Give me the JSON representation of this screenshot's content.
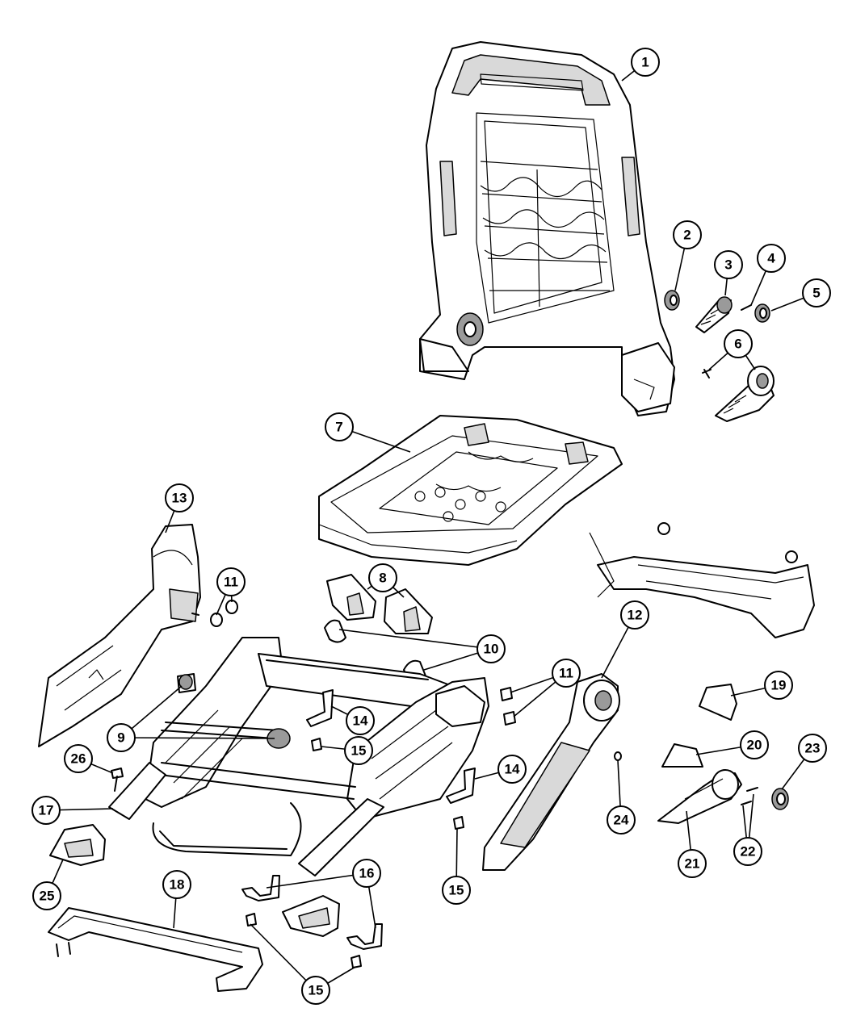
{
  "figure": {
    "callouts": [
      {
        "id": "c1",
        "label": "1"
      },
      {
        "id": "c2",
        "label": "2"
      },
      {
        "id": "c3",
        "label": "3"
      },
      {
        "id": "c4",
        "label": "4"
      },
      {
        "id": "c5",
        "label": "5"
      },
      {
        "id": "c6",
        "label": "6"
      },
      {
        "id": "c7",
        "label": "7"
      },
      {
        "id": "c8",
        "label": "8"
      },
      {
        "id": "c9",
        "label": "9"
      },
      {
        "id": "c10",
        "label": "10"
      },
      {
        "id": "c11a",
        "label": "11"
      },
      {
        "id": "c11b",
        "label": "11"
      },
      {
        "id": "c12",
        "label": "12"
      },
      {
        "id": "c13",
        "label": "13"
      },
      {
        "id": "c14a",
        "label": "14"
      },
      {
        "id": "c14b",
        "label": "14"
      },
      {
        "id": "c15a",
        "label": "15"
      },
      {
        "id": "c15b",
        "label": "15"
      },
      {
        "id": "c15c",
        "label": "15"
      },
      {
        "id": "c16",
        "label": "16"
      },
      {
        "id": "c17",
        "label": "17"
      },
      {
        "id": "c18",
        "label": "18"
      },
      {
        "id": "c19",
        "label": "19"
      },
      {
        "id": "c20",
        "label": "20"
      },
      {
        "id": "c21",
        "label": "21"
      },
      {
        "id": "c22",
        "label": "22"
      },
      {
        "id": "c23",
        "label": "23"
      },
      {
        "id": "c24",
        "label": "24"
      },
      {
        "id": "c25",
        "label": "25"
      },
      {
        "id": "c26",
        "label": "26"
      }
    ]
  }
}
